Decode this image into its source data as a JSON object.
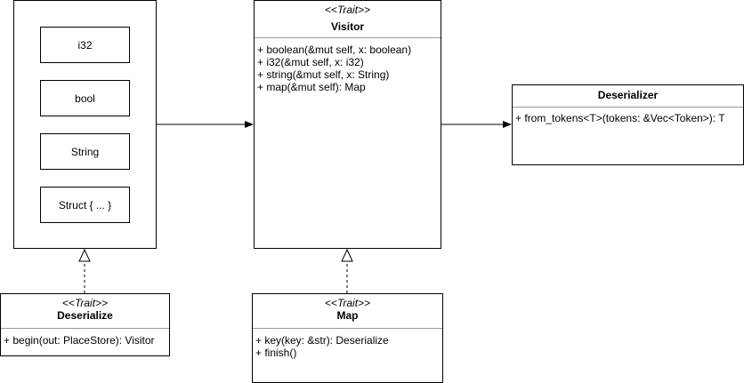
{
  "types_box": {
    "items": [
      "i32",
      "bool",
      "String",
      "Struct { ... }"
    ]
  },
  "visitor": {
    "stereotype": "<<Trait>>",
    "name": "Visitor",
    "members": [
      "+ boolean(&mut self, x: boolean)",
      "+ i32(&mut self, x: i32)",
      "+ string(&mut self, x: String)",
      "+ map(&mut self): Map"
    ]
  },
  "deserializer": {
    "name": "Deserializer",
    "members": [
      "+ from_tokens<T>(tokens: &Vec<Token>): T"
    ]
  },
  "deserialize": {
    "stereotype": "<<Trait>>",
    "name": "Deserialize",
    "members": [
      "+ begin(out: PlaceStore): Visitor"
    ]
  },
  "map": {
    "stereotype": "<<Trait>>",
    "name": "Map",
    "members": [
      "+ key(key: &str): Deserialize",
      "+ finish()"
    ]
  }
}
